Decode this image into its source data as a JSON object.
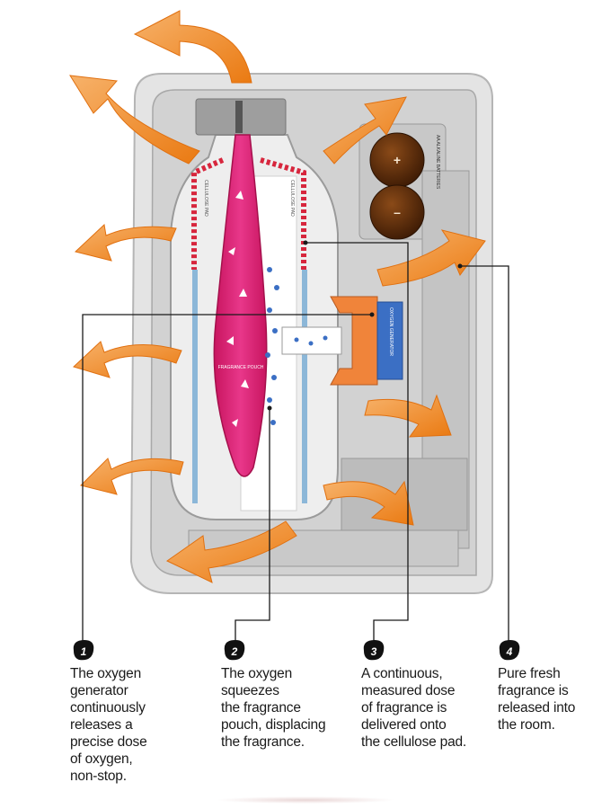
{
  "diagram": {
    "labels": {
      "fragrance_pouch": "FRAGRANCE POUCH",
      "oxygen_generator": "OXYGEN GENERATOR",
      "cellulose_pad_left": "CELLULOSE PAD",
      "cellulose_pad_right": "CELLULOSE PAD",
      "battery_plus": "+",
      "battery_minus": "–",
      "battery_caption": "AA ALKALINE BATTERIES"
    },
    "colors": {
      "arrow": "#f08a1e",
      "pouch": "#e0287a",
      "housing": "#d6d6d6",
      "generator": "#3b6fc4",
      "nozzle": "#f0843a",
      "battery": "#5a2a0a"
    }
  },
  "steps": [
    {
      "number": "1",
      "text": "The oxygen\ngenerator\ncontinuously\nreleases a\nprecise dose\nof oxygen,\nnon-stop."
    },
    {
      "number": "2",
      "text": "The oxygen\nsqueezes\nthe fragrance\npouch, displacing\nthe fragrance."
    },
    {
      "number": "3",
      "text": "A continuous,\nmeasured dose\nof fragrance is\ndelivered onto\nthe cellulose pad."
    },
    {
      "number": "4",
      "text": "Pure fresh\nfragrance is\nreleased into\nthe room."
    }
  ]
}
